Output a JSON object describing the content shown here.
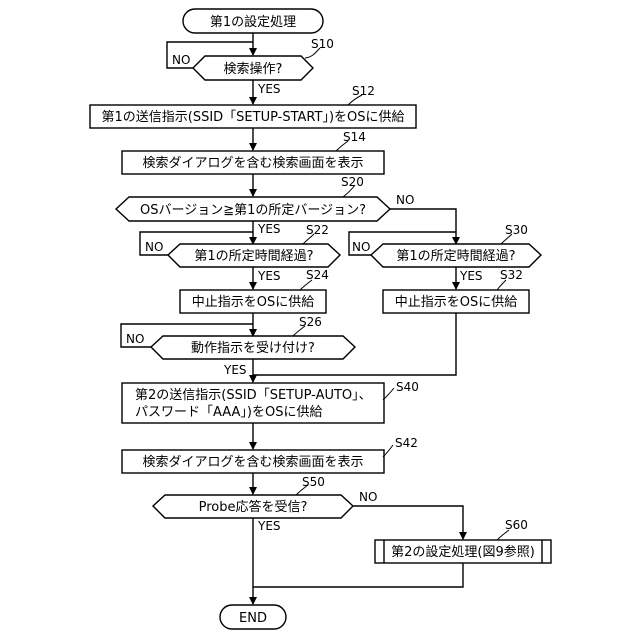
{
  "nodes": {
    "start": "第1の設定処理",
    "s10": "検索操作?",
    "s12": "第1の送信指示(SSID「SETUP-START」)をOSに供給",
    "s14": "検索ダイアログを含む検索画面を表示",
    "s20": "OSバージョン≧第1の所定バージョン?",
    "s22": "第1の所定時間経過?",
    "s24": "中止指示をOSに供給",
    "s26": "動作指示を受け付け?",
    "s30": "第1の所定時間経過?",
    "s32": "中止指示をOSに供給",
    "s40_line1": "第2の送信指示(SSID「SETUP-AUTO」、",
    "s40_line2": "パスワード「AAA」)をOSに供給",
    "s42": "検索ダイアログを含む検索画面を表示",
    "s50": "Probe応答を受信?",
    "s60": "第2の設定処理(図9参照)",
    "end": "END"
  },
  "steps": {
    "s10": "S10",
    "s12": "S12",
    "s14": "S14",
    "s20": "S20",
    "s22": "S22",
    "s24": "S24",
    "s26": "S26",
    "s30": "S30",
    "s32": "S32",
    "s40": "S40",
    "s42": "S42",
    "s50": "S50",
    "s60": "S60"
  },
  "labels": {
    "yes": "YES",
    "no": "NO"
  }
}
